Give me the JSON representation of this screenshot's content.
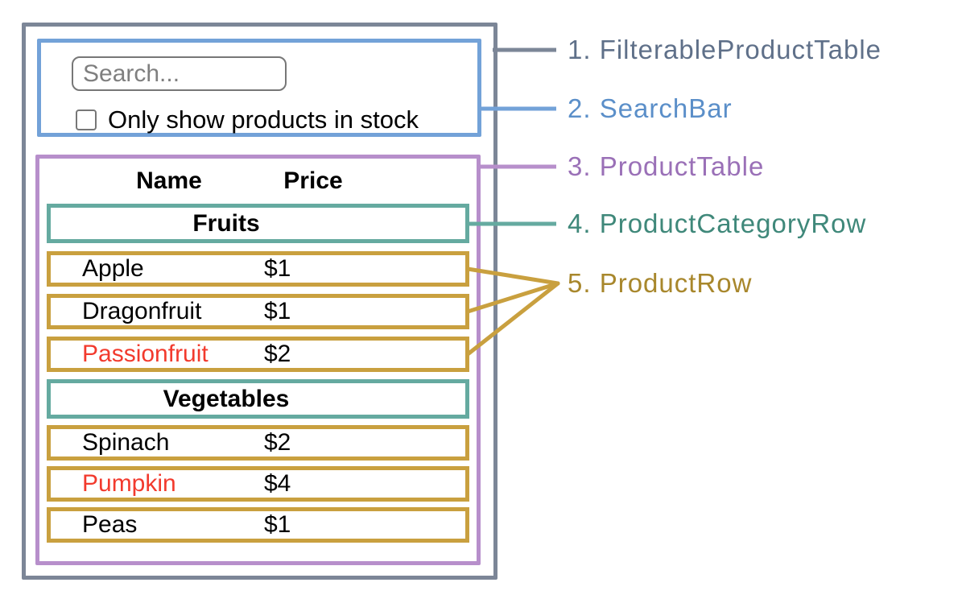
{
  "components": {
    "filterable_product_table": {
      "label": "1. FilterableProductTable",
      "box_color": "#7c8697",
      "label_color": "#5f7089"
    },
    "search_bar": {
      "label": "2. SearchBar",
      "box_color": "#73a2d8",
      "label_color": "#5b8fc9"
    },
    "product_table": {
      "label": "3. ProductTable",
      "box_color": "#b78fcb",
      "label_color": "#9a70b7"
    },
    "product_category_row": {
      "label": "4. ProductCategoryRow",
      "box_color": "#65aaa0",
      "label_color": "#3f887a"
    },
    "product_row": {
      "label": "5. ProductRow",
      "box_color": "#c9a03f",
      "label_color": "#a8872c"
    }
  },
  "search_bar": {
    "placeholder": "Search...",
    "checkbox_label": "Only show products in stock",
    "checkbox_checked": false
  },
  "table": {
    "headers": [
      "Name",
      "Price"
    ],
    "sections": [
      {
        "category": "Fruits",
        "rows": [
          {
            "name": "Apple",
            "price": "$1",
            "name_color": "#000000"
          },
          {
            "name": "Dragonfruit",
            "price": "$1",
            "name_color": "#000000"
          },
          {
            "name": "Passionfruit",
            "price": "$2",
            "name_color": "#f23a2d"
          }
        ]
      },
      {
        "category": "Vegetables",
        "rows": [
          {
            "name": "Spinach",
            "price": "$2",
            "name_color": "#000000"
          },
          {
            "name": "Pumpkin",
            "price": "$4",
            "name_color": "#f23a2d"
          },
          {
            "name": "Peas",
            "price": "$1",
            "name_color": "#000000"
          }
        ]
      }
    ]
  },
  "out_of_stock_text_color": "#f23a2d",
  "background_color": "#ffffff"
}
